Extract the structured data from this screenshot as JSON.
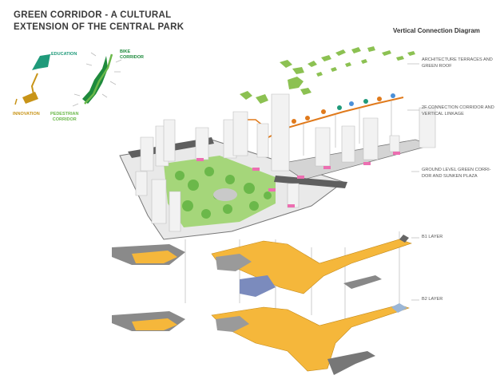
{
  "header": {
    "title_line1": "GREEN CORRIDOR - A CULTURAL",
    "title_line2": "EXTENSION OF THE CENTRAL PARK",
    "diagram_title": "Vertical Connection Diagram"
  },
  "legend": {
    "education": "EDUCATION",
    "bike_line1": "BIKE",
    "bike_line2": "CORRIDOR",
    "innovation": "INNOVATION",
    "pedestrian_line1": "PEDESTRIAN",
    "pedestrian_line2": "CORRIDOR",
    "colors": {
      "education": "#1f9a7a",
      "bike": "#1e8a3c",
      "innovation": "#c89418",
      "pedestrian": "#6bb84a"
    }
  },
  "layers": {
    "terraces_1": "ARCHITECTURE TERRACES AND",
    "terraces_2": "GREEN ROOF",
    "connection_1": "2F CONNECTION CORRIDOR AND",
    "connection_2": "VERTICAL LINKAGE",
    "ground_1": "GROUND LEVEL GREEN CORRI-",
    "ground_2": "DOR AND SUNKEN PLAZA",
    "b1": "B1 LAYER",
    "b2": "B2 LAYER"
  },
  "colors": {
    "underground": "#f5b73b",
    "green": "#4caf50",
    "connector": "#e07a1c",
    "grey": "#7a7a7a"
  }
}
